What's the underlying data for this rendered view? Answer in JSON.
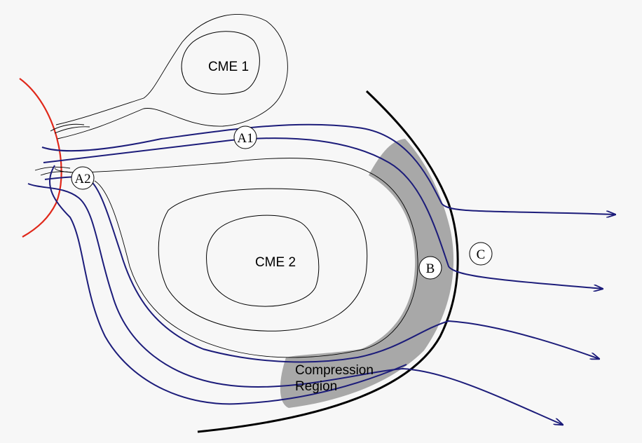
{
  "labels": {
    "cme1": "CME 1",
    "cme2": "CME 2",
    "compression_line1": "Compression",
    "compression_line2": "Region",
    "a1": "A1",
    "a2": "A2",
    "b": "B",
    "c": "C"
  },
  "colors": {
    "background": "#f7f7f7",
    "field_lines": "#1c1c7a",
    "solar_surface": "#e0281a",
    "compression_fill": "#a8a8a8",
    "shock": "#000000",
    "contours": "#000000"
  }
}
